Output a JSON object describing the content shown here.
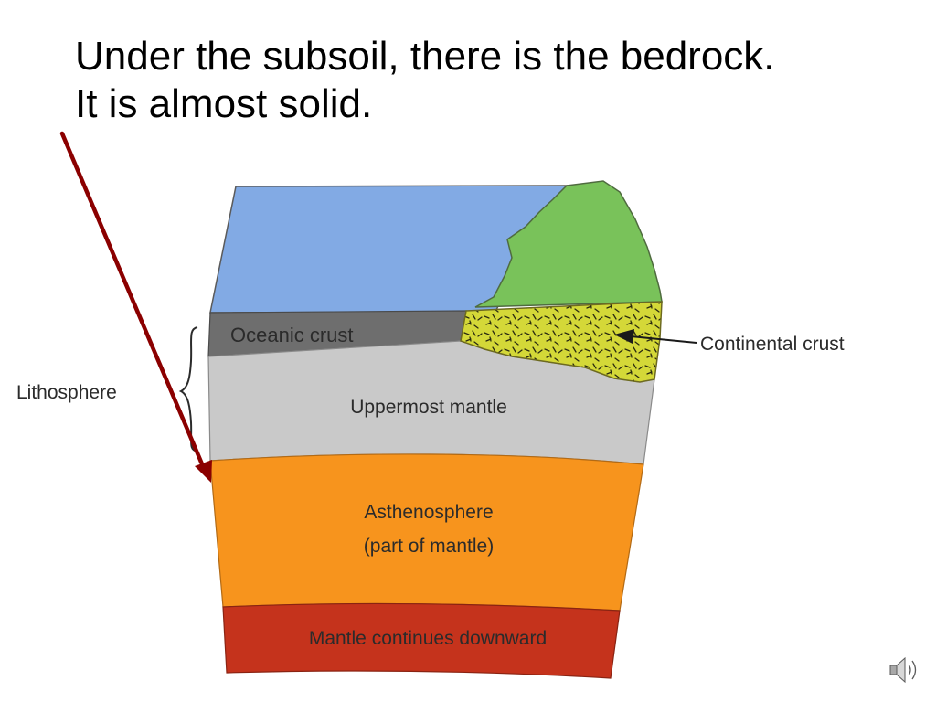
{
  "slide": {
    "title_line1": "Under the subsoil, there is the bedrock.",
    "title_line2": "It is almost solid."
  },
  "diagram": {
    "labels": {
      "oceanic_crust": "Oceanic crust",
      "continental_crust": "Continental crust",
      "lithosphere": "Lithosphere",
      "uppermost_mantle": "Uppermost mantle",
      "asthenosphere_line1": "Asthenosphere",
      "asthenosphere_line2": "(part of mantle)",
      "mantle_downward": "Mantle continues downward"
    }
  },
  "colors": {
    "ocean": "#82aae4",
    "land": "#79c25a",
    "oceanic_crust": "#6e6e6e",
    "continental_crust": "#d4d838",
    "uppermost_mantle": "#c9c9c9",
    "asthenosphere": "#f7941d",
    "mantle": "#c5331c",
    "pointer_arrow": "#8b0000"
  },
  "icons": {
    "speaker": "speaker-icon"
  }
}
